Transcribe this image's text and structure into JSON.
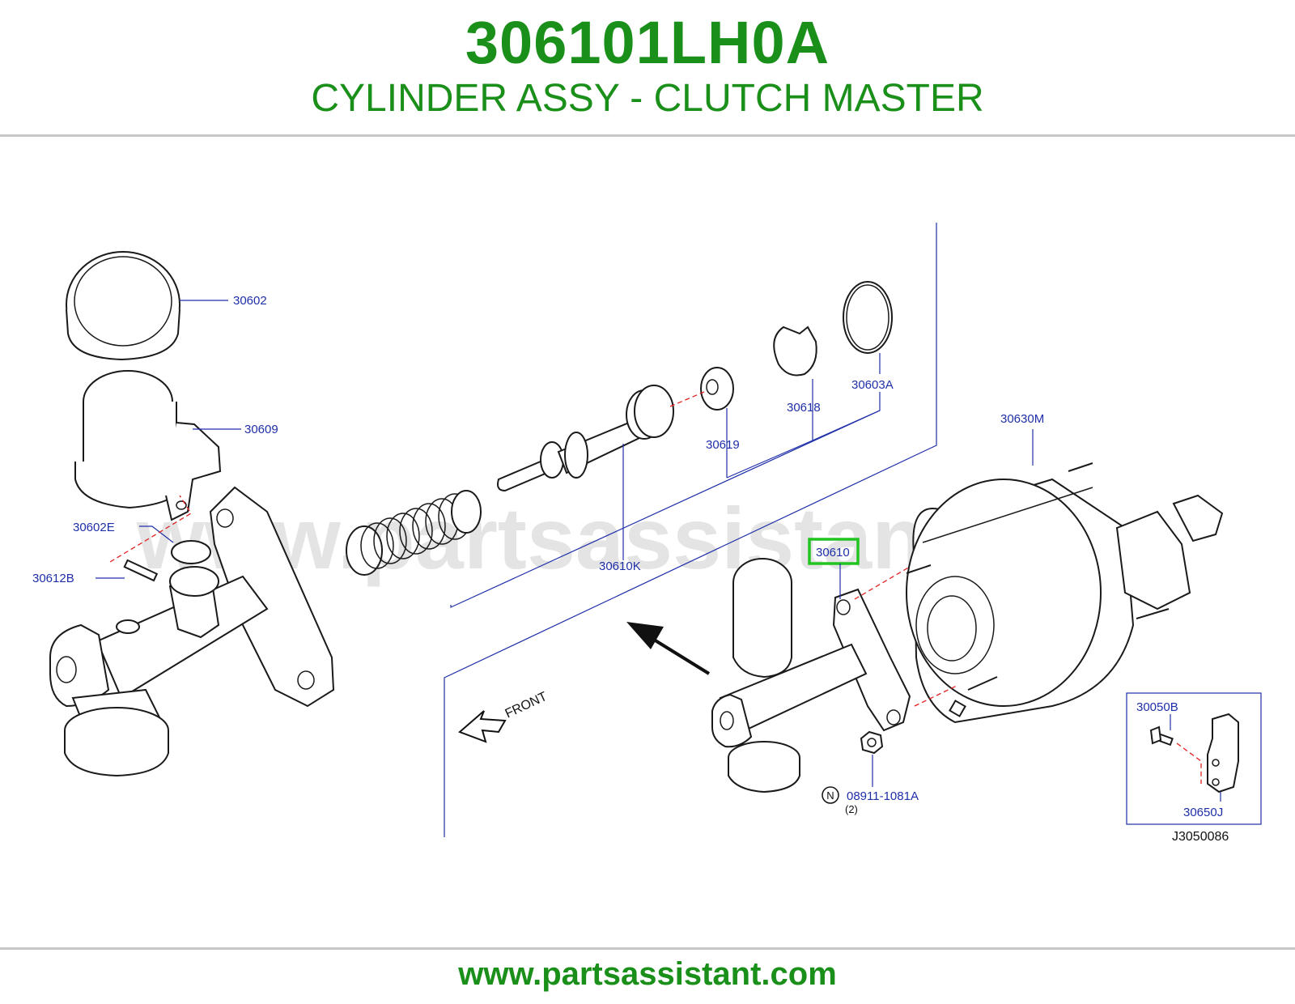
{
  "header": {
    "part_number": "306101LH0A",
    "title": "CYLINDER ASSY - CLUTCH MASTER"
  },
  "watermark": "www.partsassistant.com",
  "footer": {
    "url": "www.partsassistant.com"
  },
  "diagram": {
    "labels": {
      "l30602": "30602",
      "l30609": "30609",
      "l30602E": "30602E",
      "l30612B": "30612B",
      "l30619": "30619",
      "l30618": "30618",
      "l30603A": "30603A",
      "l30610K": "30610K",
      "l30630M": "30630M",
      "l30610": "30610",
      "l08911": "08911-1081A",
      "qty": "(2)",
      "n_badge": "N",
      "l30050B": "30050B",
      "l30650J": "30650J",
      "front": "FRONT",
      "ref_code": "J3050086"
    },
    "highlight_color": "#22c422",
    "brand_color": "#1a8f1a",
    "label_color": "#1f2fa8"
  }
}
